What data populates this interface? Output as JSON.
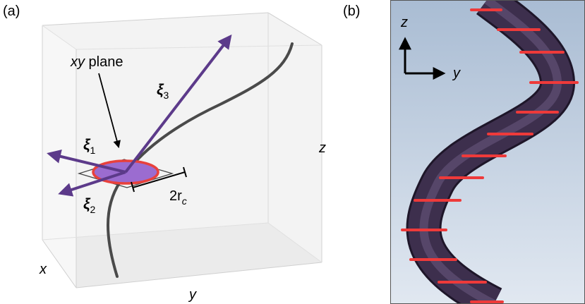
{
  "panel_a": {
    "label": "(a)",
    "xy_plane": {
      "italic": "xy",
      "rest": " plane"
    },
    "xi1": {
      "sym": "ξ",
      "sub": "1"
    },
    "xi2": {
      "sym": "ξ",
      "sub": "2"
    },
    "xi3": {
      "sym": "ξ",
      "sub": "3"
    },
    "core": {
      "main": "2r",
      "sub": "c"
    },
    "axes": {
      "x": "x",
      "y": "y",
      "z": "z"
    },
    "colors": {
      "vector": "#5c3a8a",
      "core_fill": "#9b6cd0",
      "core_ring": "#e8413c",
      "line": "#4a4a4a"
    }
  },
  "panel_b": {
    "label": "(b)",
    "axes": {
      "z": "z",
      "y": "y"
    },
    "colors": {
      "tube": "#3d2f4d",
      "stripe": "#ee3a3a",
      "bg_top": "#a9bcd3",
      "bg_bottom": "#e1e8f1"
    }
  }
}
